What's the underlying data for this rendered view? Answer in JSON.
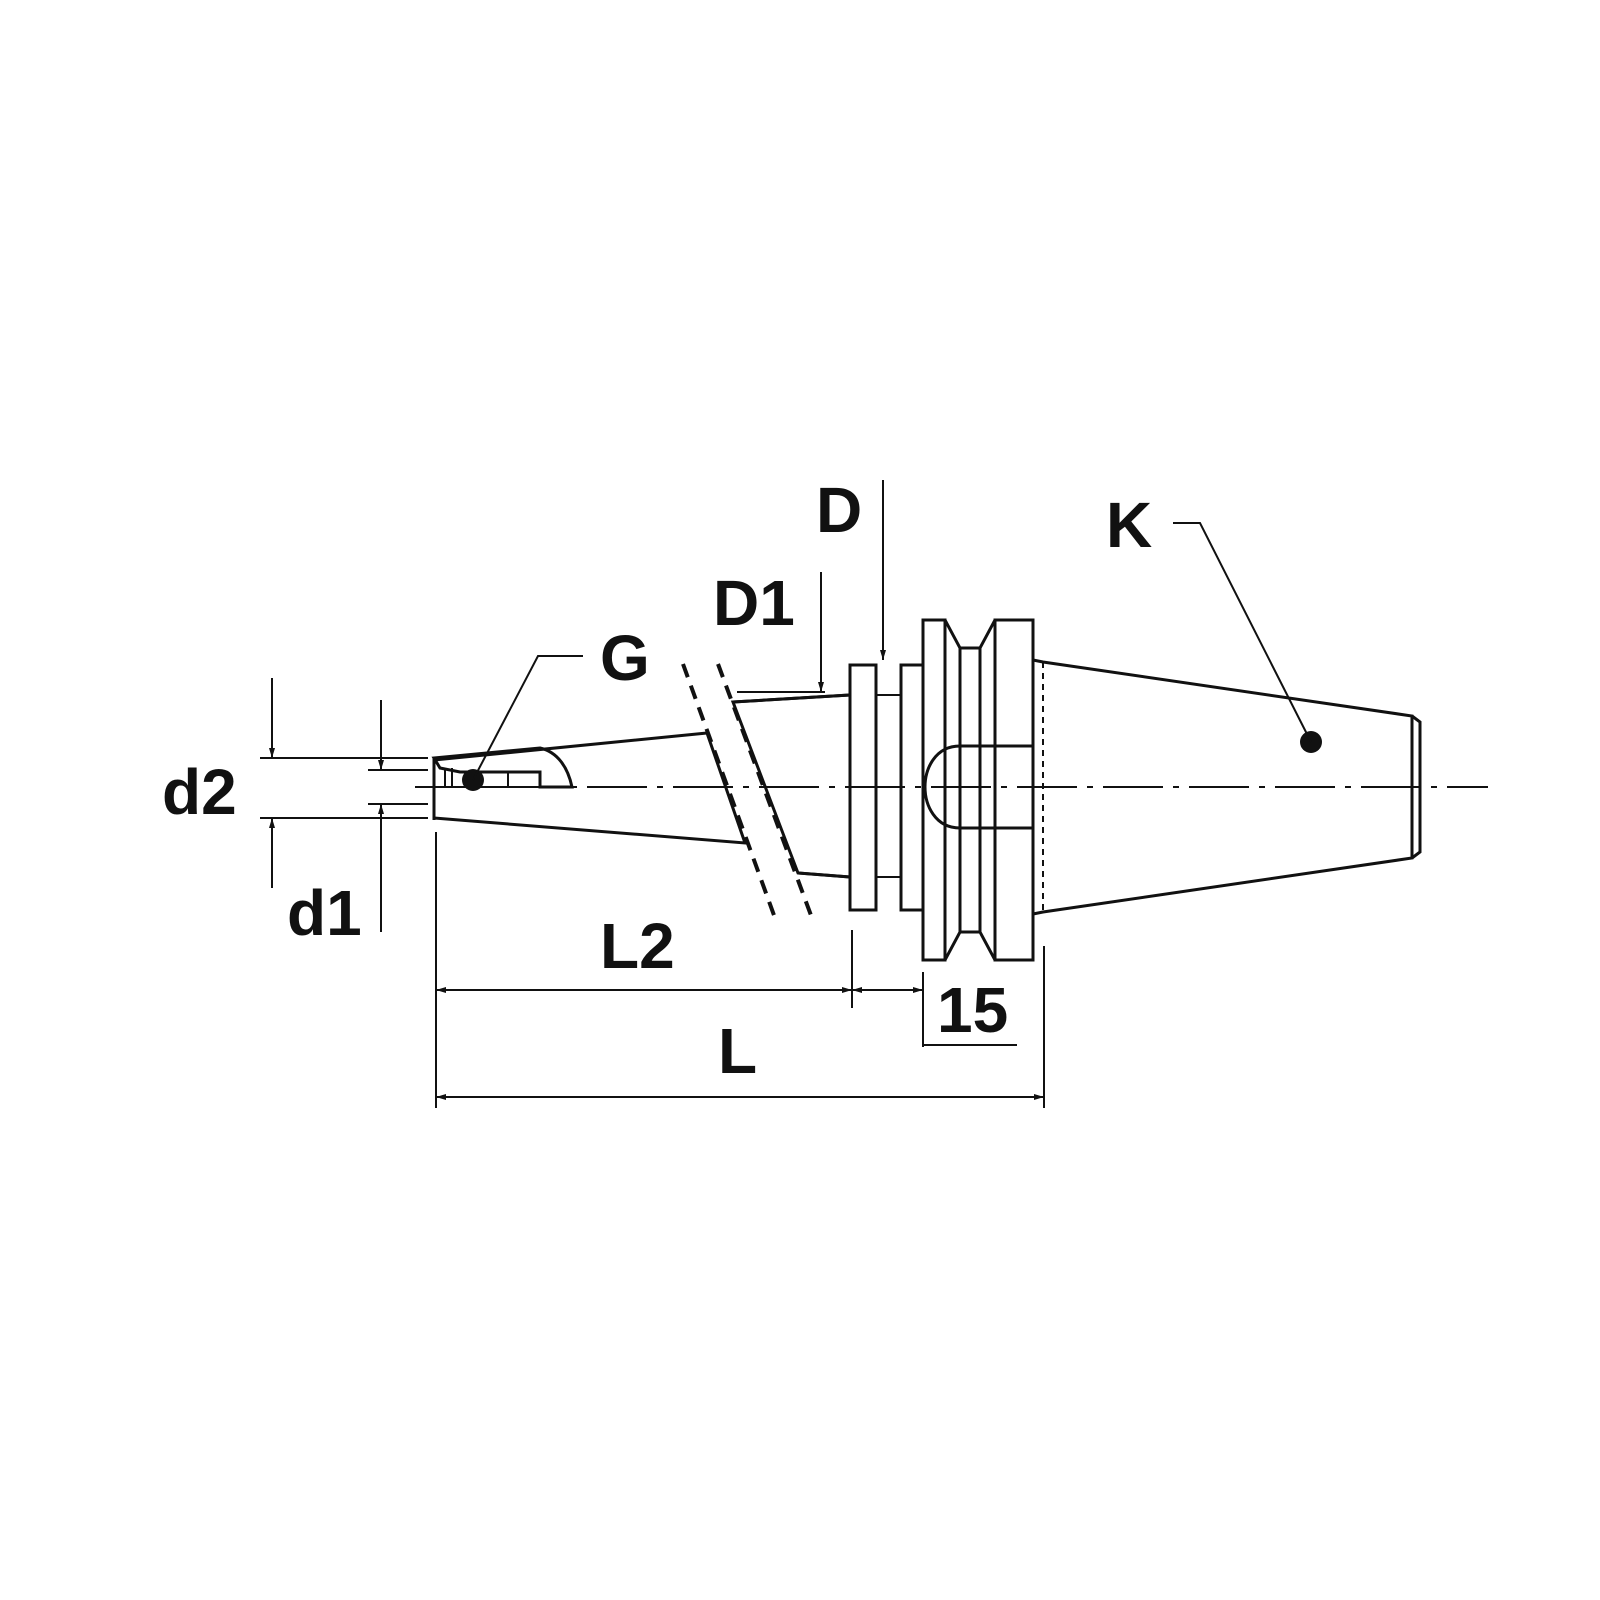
{
  "labels": {
    "d2": "d2",
    "d1": "d1",
    "G": "G",
    "D1": "D1",
    "D": "D",
    "K": "K",
    "L2": "L2",
    "L": "L",
    "dim_15": "15"
  },
  "colors": {
    "ink": "#111111",
    "body_fill": "#e8e8ea",
    "shank_fill": "#c9cbcf",
    "hatch": "#111111"
  }
}
